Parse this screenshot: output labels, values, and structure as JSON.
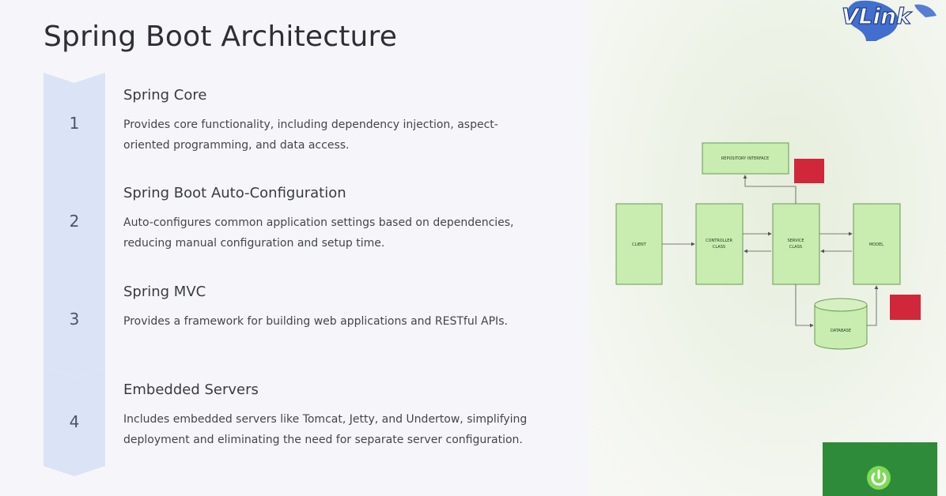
{
  "title": "Spring Boot Architecture",
  "steps": [
    {
      "num": "1",
      "title": "Spring Core",
      "desc_lines": [
        "Provides core functionality, including dependency injection, aspect-",
        "oriented programming, and data access."
      ]
    },
    {
      "num": "2",
      "title": "Spring Boot Auto-Configuration",
      "desc_lines": [
        "Auto-configures common application settings based on dependencies,",
        "reducing manual configuration and setup time."
      ]
    },
    {
      "num": "3",
      "title": "Spring MVC",
      "desc_lines": [
        "Provides a framework for building web applications and RESTful APIs."
      ]
    },
    {
      "num": "4",
      "title": "Embedded Servers",
      "desc_lines": [
        "Includes embedded servers like Tomcat, Jetty, and Undertow, simplifying",
        "deployment and eliminating the need for separate server configuration."
      ]
    }
  ],
  "diagram": {
    "client": "CLIENT",
    "controller": [
      "CONTROLLER",
      "CLASS"
    ],
    "service": [
      "SERVICE",
      "CLASS"
    ],
    "model": "MODEL",
    "repository": "REPOSITORY INTERFACE",
    "database": "DATABASE"
  },
  "logo_text": "VLink",
  "colors": {
    "chevron": "#dbe3f6",
    "box_fill": "#c9ecb0",
    "box_stroke": "#6a9a55",
    "red_box": "#d0283a",
    "spring_green": "#2e8b3a"
  }
}
